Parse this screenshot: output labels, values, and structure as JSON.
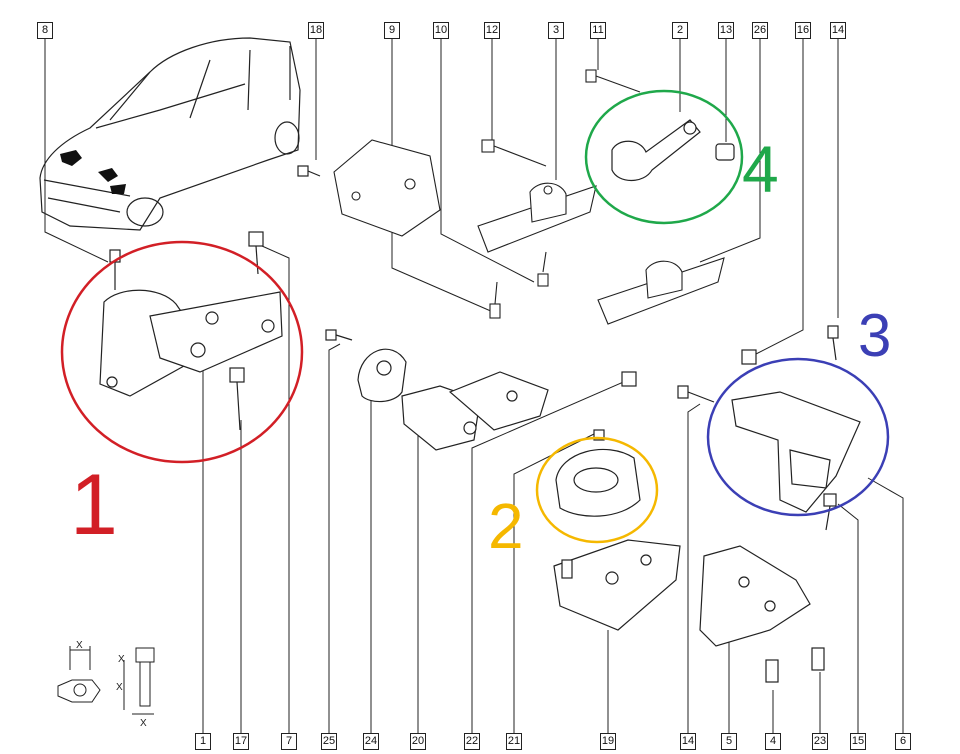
{
  "diagram": {
    "top_callouts": [
      "8",
      "18",
      "9",
      "10",
      "12",
      "3",
      "11",
      "2",
      "13",
      "26",
      "16",
      "14"
    ],
    "bottom_callouts": [
      "1",
      "17",
      "7",
      "25",
      "24",
      "20",
      "22",
      "21",
      "19",
      "14",
      "5",
      "4",
      "23",
      "15",
      "6"
    ],
    "handwritten": [
      {
        "text": "1",
        "color": "#d21f26"
      },
      {
        "text": "2",
        "color": "#f5b800"
      },
      {
        "text": "3",
        "color": "#3b3fb5"
      },
      {
        "text": "4",
        "color": "#1fa84a"
      }
    ],
    "highlight_colors": {
      "red": "#d21f26",
      "yellow": "#f5b800",
      "blue": "#3b3fb5",
      "green": "#1fa84a"
    },
    "dimension_symbol": "X"
  }
}
